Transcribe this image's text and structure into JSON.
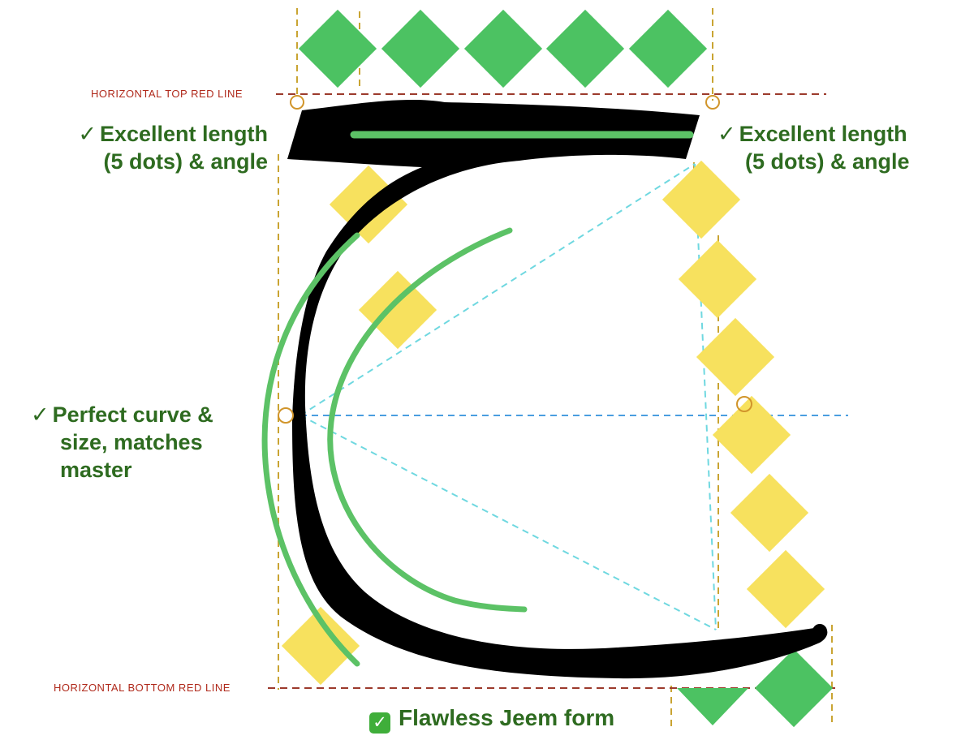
{
  "guides": {
    "top_label": "HORIZONTAL TOP RED LINE",
    "bottom_label": "HORIZONTAL BOTTOM RED LINE"
  },
  "notes": {
    "top_left": {
      "check": "✓",
      "lines": [
        "Excellent length",
        "(5 dots) & angle"
      ]
    },
    "top_right": {
      "check": "✓",
      "lines": [
        "Excellent length",
        "(5 dots) & angle"
      ]
    },
    "curve": {
      "check": "✓",
      "lines": [
        "Perfect curve &",
        "size, matches",
        "master"
      ]
    },
    "form": {
      "check": "✓",
      "text": "Flawless Jeem form"
    }
  },
  "dot_counts": {
    "top_green": 5,
    "right_yellow": 6,
    "left_yellow": 3,
    "bottom_green": 2
  },
  "colors": {
    "green_dot": "#4cc262",
    "yellow_dot": "#f7e15e",
    "stroke_ink": "#000000",
    "guide_red": "#9c3a2c",
    "guide_gold": "#c9a432",
    "guide_cyan": "#6fd8e0",
    "guide_blue": "#4a9ee0",
    "green_guide_arc": "#5cc266",
    "note_text": "#2e6b20"
  }
}
